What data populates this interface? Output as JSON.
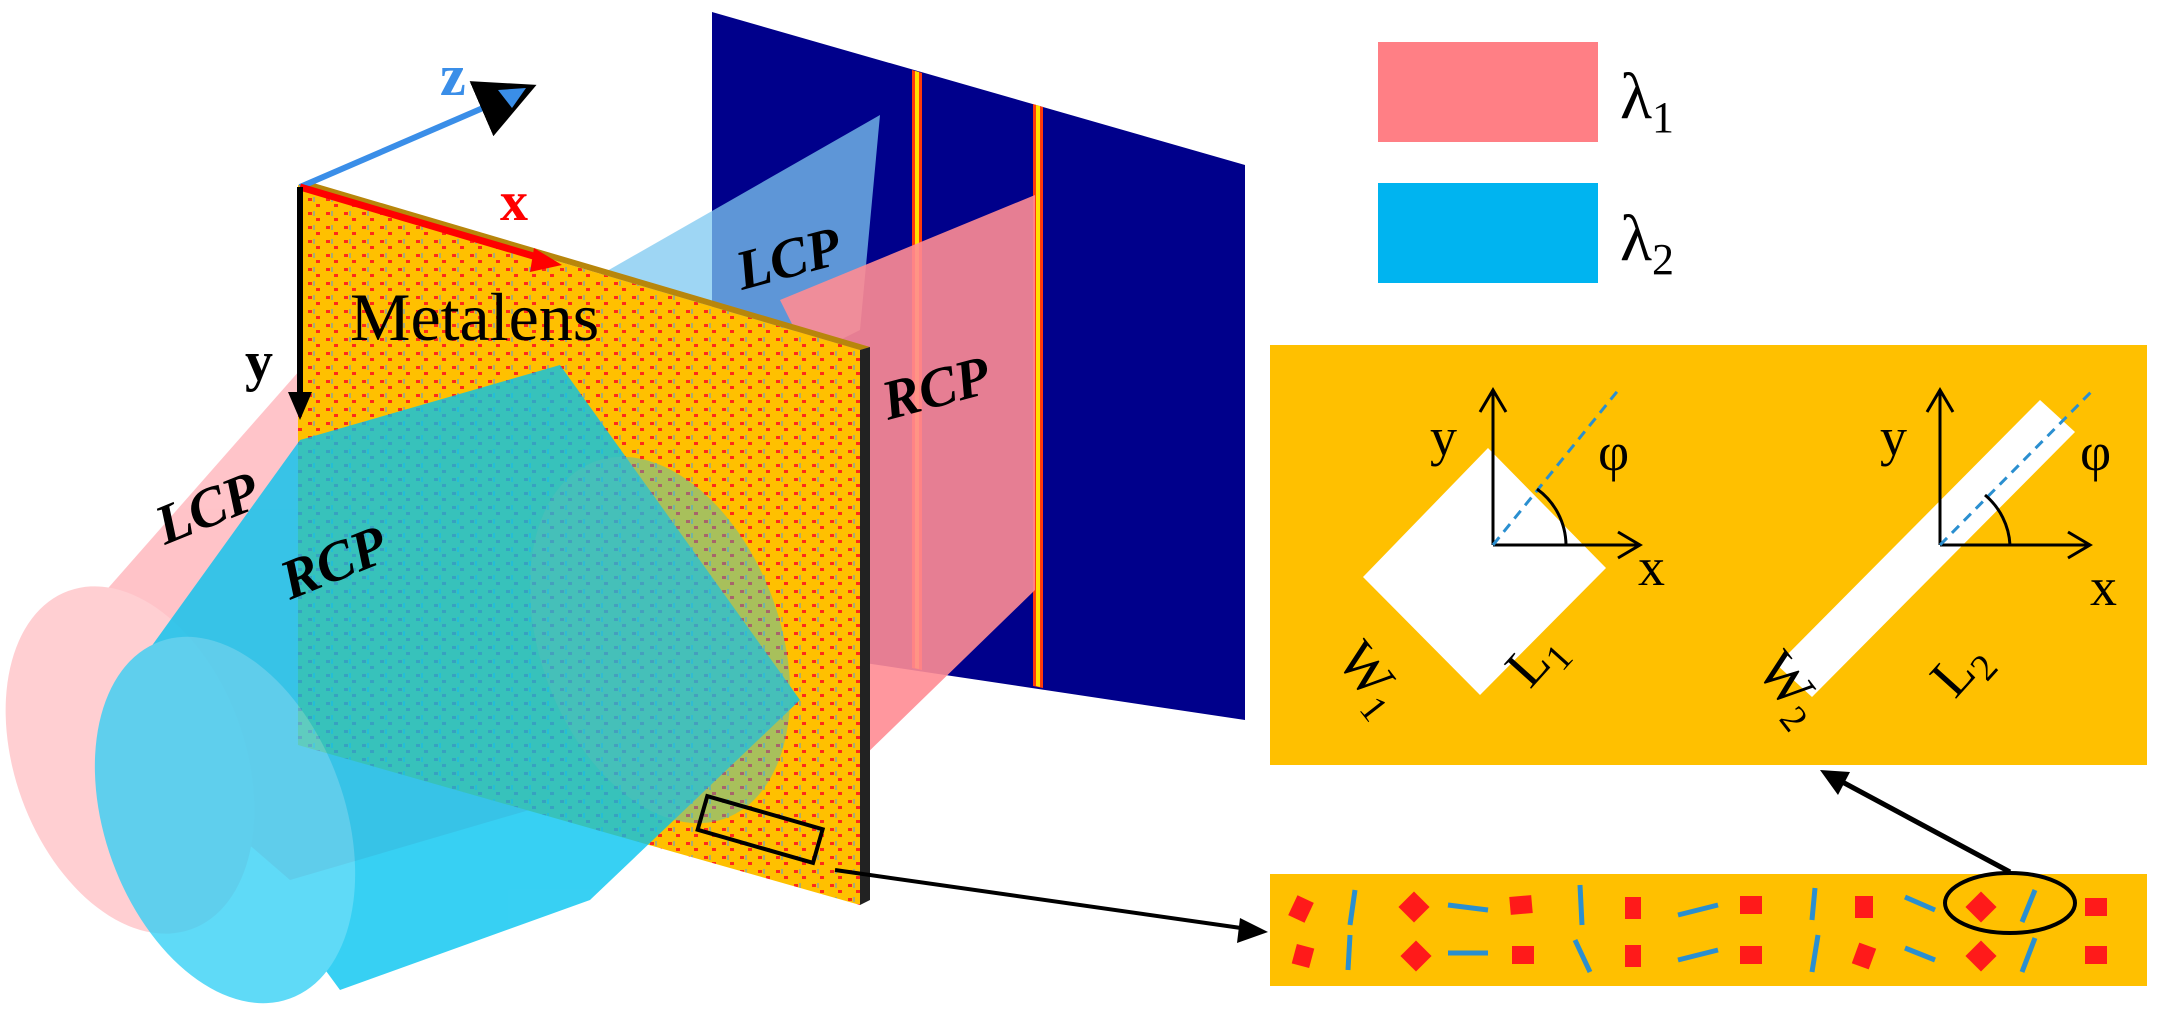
{
  "axes": {
    "z": "z",
    "x": "x",
    "y": "y"
  },
  "lens_label": "Metalens",
  "beam_labels": {
    "lcp_incident": "LCP",
    "rcp_incident": "RCP",
    "lcp_transmitted": "LCP",
    "rcp_transmitted": "RCP"
  },
  "legend": {
    "items": [
      {
        "label_base": "λ",
        "label_sub": "1",
        "color": "#ff7f85"
      },
      {
        "label_base": "λ",
        "label_sub": "2",
        "color": "#00b4f0"
      }
    ]
  },
  "unit_cells": {
    "left": {
      "y": "y",
      "x": "x",
      "phi": "φ",
      "w_base": "W",
      "w_sub": "1",
      "l_base": "L",
      "l_sub": "1"
    },
    "right": {
      "y": "y",
      "x": "x",
      "phi": "φ",
      "w_base": "W",
      "w_sub": "2",
      "l_base": "L",
      "l_sub": "2"
    }
  },
  "colors": {
    "gold": "#ffc000",
    "red_element": "#ff1a1a",
    "blue_element": "#2a8fd0",
    "screen": "#00008b",
    "lcp_beam": "#ff7f85",
    "rcp_beam": "#00c3f0"
  },
  "icons": [
    "z-axis-arrow-icon",
    "x-axis-arrow-icon",
    "y-axis-arrow-icon",
    "detail-pointer-arrow-icon"
  ]
}
